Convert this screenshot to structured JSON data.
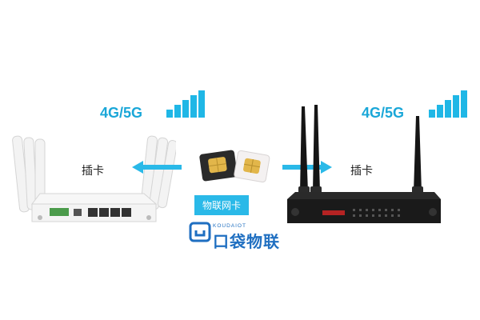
{
  "left": {
    "network_label": "4G/5G",
    "insert_label": "插卡"
  },
  "right": {
    "network_label": "4G/5G",
    "insert_label": "插卡"
  },
  "center": {
    "card_tag": "物联网卡",
    "brand_en": "KOUDAIOT",
    "brand_cn": "口袋物联"
  },
  "colors": {
    "accent": "#1fb7e6",
    "brand": "#1f6fc1",
    "text": "#222222"
  },
  "icons": [
    "signal-bars-icon",
    "arrow-left-icon",
    "arrow-right-icon",
    "sim-card-icon",
    "brand-logo-icon"
  ]
}
